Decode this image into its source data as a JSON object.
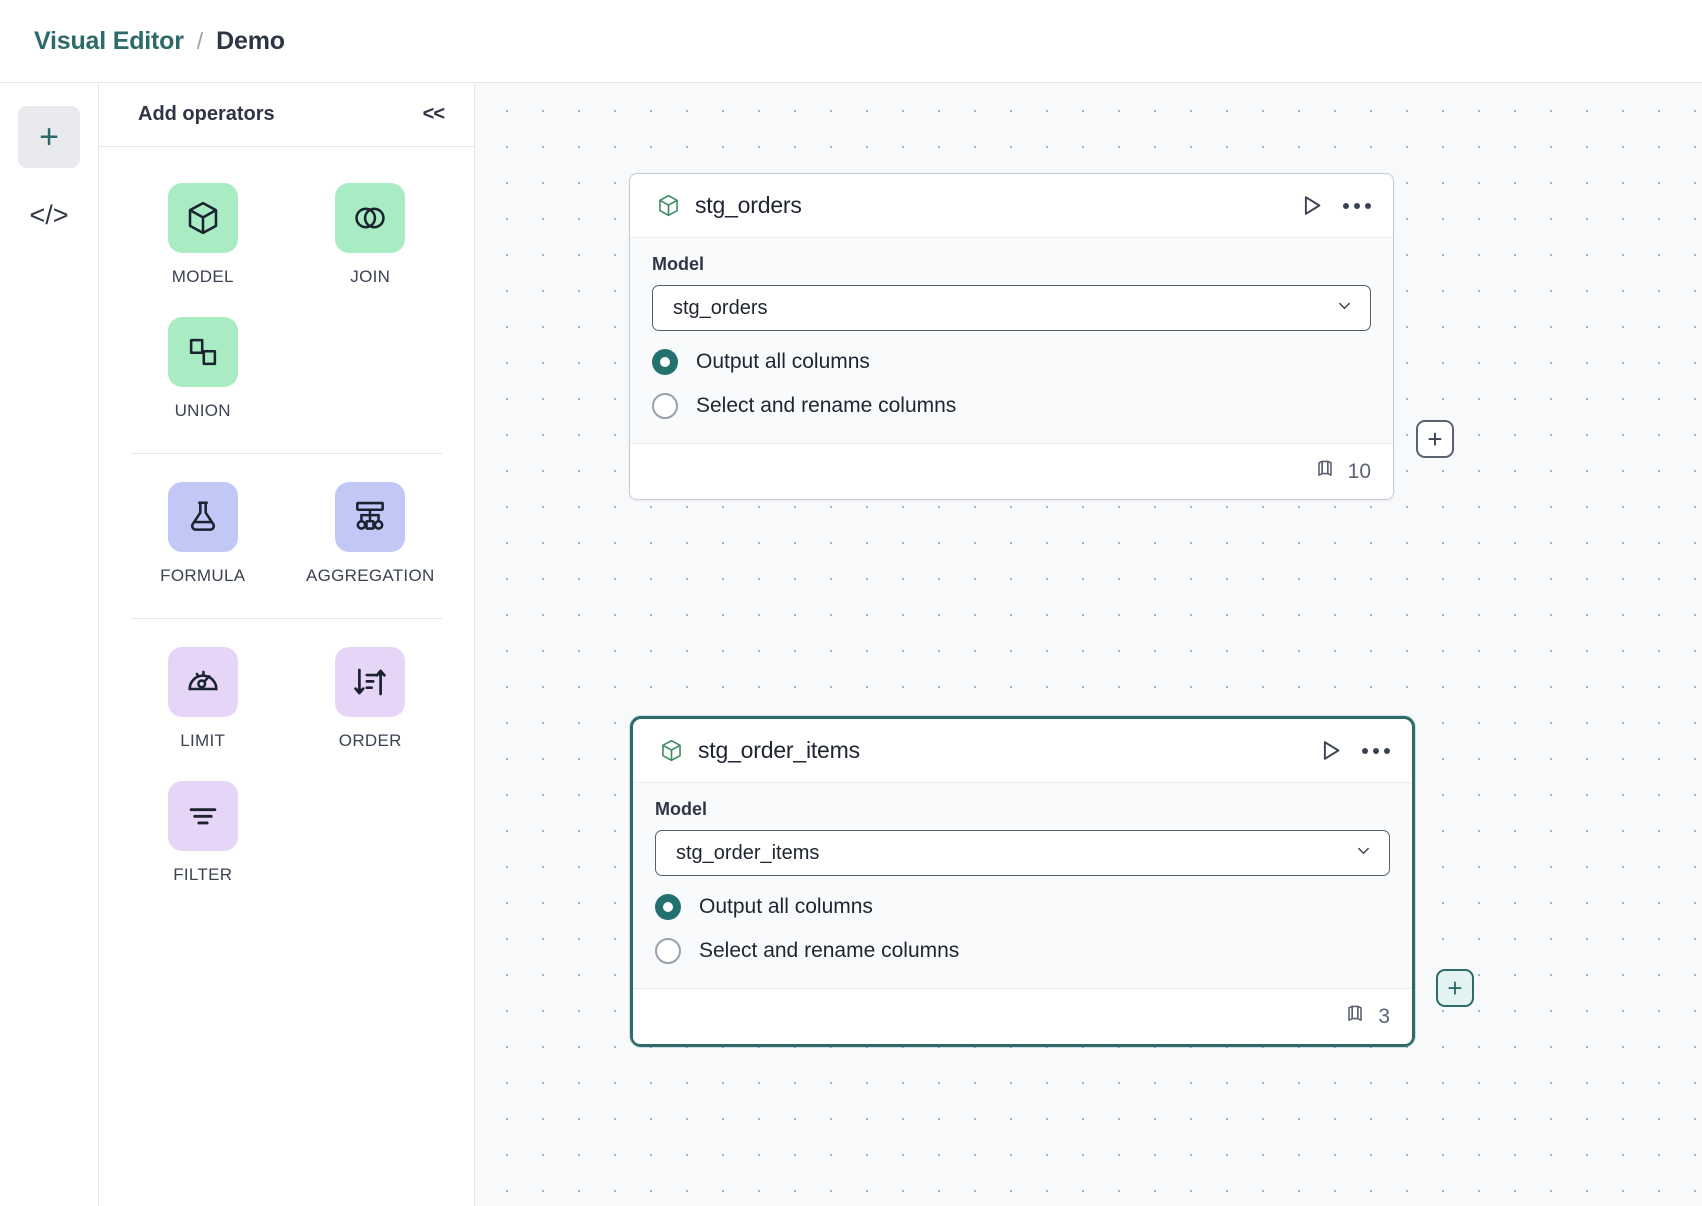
{
  "breadcrumb": {
    "primary": "Visual Editor",
    "separator": "/",
    "current": "Demo"
  },
  "rail": {
    "add_label": "+",
    "code_label": "</>"
  },
  "panel": {
    "title": "Add operators",
    "collapse_label": "<<",
    "groups": [
      {
        "operators": [
          {
            "label": "MODEL",
            "icon": "cube-icon",
            "color": "green"
          },
          {
            "label": "JOIN",
            "icon": "venn-circles-icon",
            "color": "green"
          },
          {
            "label": "UNION",
            "icon": "union-shape-icon",
            "color": "green"
          }
        ]
      },
      {
        "operators": [
          {
            "label": "FORMULA",
            "icon": "flask-icon",
            "color": "blue"
          },
          {
            "label": "AGGREGATION",
            "icon": "hierarchy-icon",
            "color": "blue"
          }
        ]
      },
      {
        "operators": [
          {
            "label": "LIMIT",
            "icon": "gauge-icon",
            "color": "purple"
          },
          {
            "label": "ORDER",
            "icon": "sort-arrows-icon",
            "color": "purple"
          },
          {
            "label": "FILTER",
            "icon": "filter-lines-icon",
            "color": "purple"
          }
        ]
      }
    ]
  },
  "canvas": {
    "nodes": [
      {
        "title": "stg_orders",
        "selected": false,
        "field_label": "Model",
        "select_value": "stg_orders",
        "options": [
          {
            "label": "Output all columns",
            "selected": true
          },
          {
            "label": "Select and rename columns",
            "selected": false
          }
        ],
        "column_count": "10"
      },
      {
        "title": "stg_order_items",
        "selected": true,
        "field_label": "Model",
        "select_value": "stg_order_items",
        "options": [
          {
            "label": "Output all columns",
            "selected": true
          },
          {
            "label": "Select and rename columns",
            "selected": false
          }
        ],
        "column_count": "3"
      }
    ],
    "connectors": [
      {
        "label": "+",
        "highlighted": false
      },
      {
        "label": "+",
        "highlighted": true
      }
    ]
  },
  "colors": {
    "brand_teal": "#2c6b69",
    "radio_on": "#23716e",
    "operator_green": "#a9ecc4",
    "operator_blue": "#c2c8f5",
    "operator_purple": "#e6d5f7",
    "canvas_bg": "#f7f9fa"
  }
}
